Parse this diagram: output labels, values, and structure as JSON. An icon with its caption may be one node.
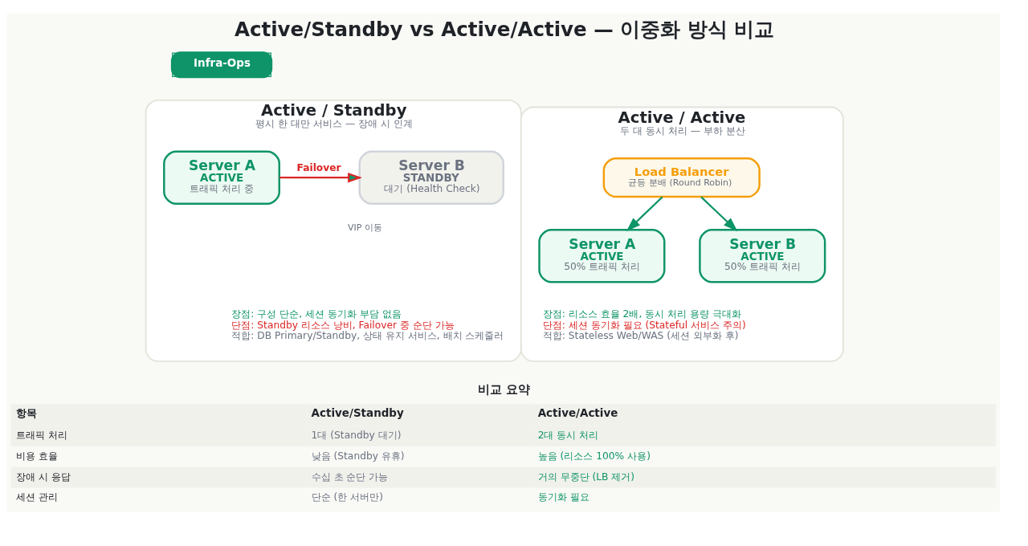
{
  "diagram": {
    "title": "Active/Standby vs Active/Active — 이중화 방식 비교",
    "nodes": [
      {
        "text": [
          "Active / Standby",
          "평시 한 대만 서비스 — 장애 시 인계",
          "장점: 구성 단순, 세션 동기화 부담 없음",
          "단점: Standby 리소스 낭비, Failover 중 순단 가능",
          "적합: DB Primary/Standby, 상태 유지 서비스, 배치 스케줄러"
        ]
      },
      {
        "text": [
          "Server A",
          "ACTIVE",
          "트래픽 처리 중"
        ],
        "in": 0
      },
      {
        "text": [
          "Server B",
          "STANDBY",
          "대기 (Health Check)"
        ],
        "in": 0
      },
      {
        "text": [
          "Active / Active",
          "두 대 동시 처리 — 부하 분산",
          "장점: 리소스 효율 2배, 동시 처리 용량 극대화",
          "단점: 세션 동기화 필요 (Stateful 서비스 주의)",
          "적합: Stateless Web/WAS (세션 외부화 후)"
        ]
      },
      {
        "text": [
          "Load Balancer",
          "균등 분배 (Round Robin)"
        ],
        "in": 3
      },
      {
        "text": [
          "Server A",
          "ACTIVE",
          "50% 트래픽 처리"
        ],
        "in": 3
      },
      {
        "text": [
          "Server B",
          "ACTIVE",
          "50% 트래픽 처리"
        ],
        "in": 3
      }
    ],
    "edges": [
      {
        "from": 1,
        "to": 2,
        "arrow": "to",
        "label": "Failover",
        "color": "#dc2626"
      },
      {
        "from": 4,
        "to": 5,
        "arrow": "to"
      },
      {
        "from": 4,
        "to": 6,
        "arrow": "to"
      }
    ],
    "labels": [
      "Infra-Ops",
      "VIP 이동",
      "비교 요약",
      "항목",
      "Active/Standby",
      "Active/Active",
      "트래픽 처리",
      "1대 (Standby 대기)",
      "2대 동시 처리",
      "비용 효율",
      "낮음 (Standby 유휴)",
      "높음 (리소스 100% 사용)",
      "장애 시 응답",
      "수십 초 순단 가능",
      "거의 무중단 (LB 제거)",
      "세션 관리",
      "단순 (한 서버만)",
      "동기화 필요"
    ]
  }
}
